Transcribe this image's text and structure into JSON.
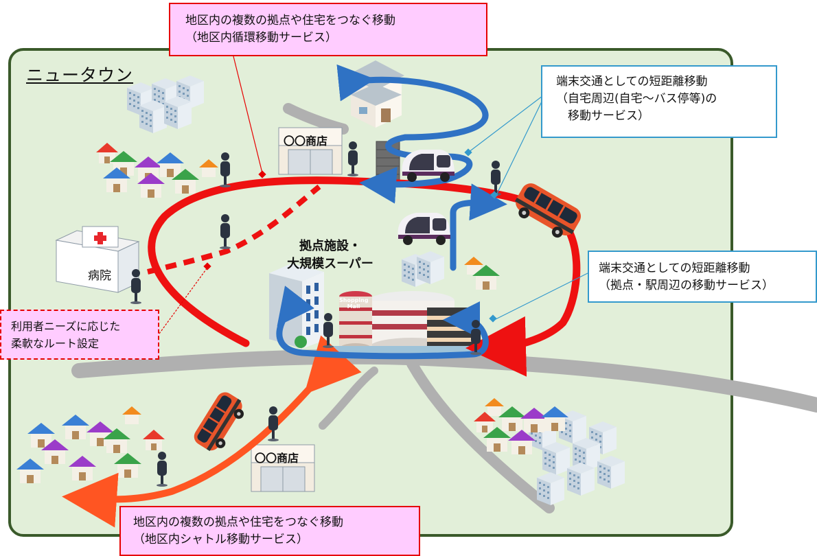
{
  "town_label": "ニュータウン",
  "callouts": {
    "circulation": {
      "line1": "地区内の複数の拠点や住宅をつなぐ移動",
      "line2": "（地区内循環移動サービス）"
    },
    "shuttle": {
      "line1": "地区内の複数の拠点や住宅をつなぐ移動",
      "line2": "（地区内シャトル移動サービス）"
    },
    "home_area": {
      "line1": "端末交通としての短距離移動",
      "line2": "（自宅周辺(自宅～バス停等)の",
      "line3": "　移動サービス）"
    },
    "station_area": {
      "line1": "端末交通としての短距離移動",
      "line2": "（拠点・駅周辺の移動サービス）"
    },
    "flexible_route": {
      "line1": "利用者ニーズに応じた",
      "line2": "柔軟なルート設定"
    }
  },
  "labels": {
    "hub_line1": "拠点施設・",
    "hub_line2": "大規模スーパー",
    "shop_top": "〇〇商店",
    "shop_bottom": "〇〇商店",
    "hospital": "病院",
    "mall_line1": "Shopping",
    "mall_line2": "Mall"
  },
  "colors": {
    "area_fill": "#e2efd9",
    "area_border": "#3a5a2a",
    "road": "#b0b0b0",
    "loop_route": "#ee1111",
    "shuttle_route": "#ff5522",
    "short_route": "#2f72c4",
    "callout_pink": "#ffccff",
    "callout_red_border": "#e60000",
    "callout_blue_border": "#3399cc"
  },
  "icons": [
    "person-icon",
    "bus-icon",
    "small-ev-icon",
    "house-icon",
    "apartment-icon",
    "hospital-icon",
    "shop-icon",
    "mall-icon"
  ]
}
